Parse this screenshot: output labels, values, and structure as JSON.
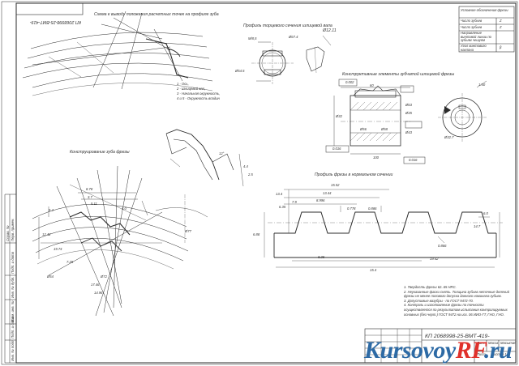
{
  "document": {
    "title": "КП 2068998-25-ВМТ-419-",
    "title_rotated": "КП 2068998-25-ВМТ-419-",
    "watermark": {
      "part1": "Kursovoy",
      "part2": "RF",
      "part3": ".ru"
    },
    "colors": {
      "ink": "#2b2b2b",
      "brand_blue": "#2d6aa5",
      "brand_red": "#e0312b"
    }
  },
  "captions": {
    "scheme": "Схема к выводу положения расчетных точек на профиле зуба",
    "splined": "Профиль торцевого сечения шлицевой вала",
    "design_elements": "Конструктивные элементы зубчатой шлицевой фрезы",
    "tooth_design": "Конструирование зуба фрезы",
    "cutter_profile": "Профиль фрезы в нормальном сечении"
  },
  "legend": {
    "lines": [
      "1 - Ось,",
      "2 - Шлицевой вал,",
      "3 - Начальная окружность,",
      "4 и 5 - Окружность впадин"
    ]
  },
  "spec_table": {
    "rows": [
      {
        "label": "Условное обозначения фрезы",
        "value": ""
      },
      {
        "label": "Число зубьев",
        "value": "Z"
      },
      {
        "label": "Число зубьев",
        "value": "Z"
      },
      {
        "label": "Направление винтовой линии по зубьям чешуям",
        "value": ""
      },
      {
        "label": "Угол винтового наклона",
        "value": "β"
      }
    ]
  },
  "notes": [
    "1. Твердость фрезы 62..65 HRC.",
    "2. Неуказанные фаски снять. Толщина зубьев неточные делений фрезы не менее полового допуска данного номинала зубьев.",
    "3. Допустимые вазубры - по ГОСТ 9472-70.",
    "4. Контроль и изготовление фрезы по точности осуществляется по результатам испытания контролируемых основных (без черт.) ГОСТ 9472 на исх. 06 ИИО-ГТ, ГНО, ГНО."
  ],
  "dimensions": {
    "splined": [
      "М/8,5",
      "Ø54.5",
      "Ø67.4",
      "Ø12.11"
    ],
    "body": [
      "60",
      "100",
      "Ø32",
      "Ø63",
      "Ø45",
      "Ø43",
      "Ø32.7",
      "Ø56",
      "Ø58",
      "1:50",
      "0.002",
      "0.016",
      "0.016"
    ],
    "profile": [
      "15.52",
      "13.44",
      "8.996",
      "7.9",
      "13.4",
      "0.886",
      "0.778",
      "6.35",
      "0.866",
      "6.0",
      "14.7",
      "6.88",
      "15.4",
      "19.52",
      "8.25"
    ],
    "tooth": [
      "8.78",
      "3.7",
      "5.11",
      "5.4",
      "12.42",
      "19.74",
      "7.25",
      "4.0",
      "17.46",
      "14.96",
      "Ø72",
      "Ø77",
      "Ø54"
    ],
    "tooth_rake": [
      "12°",
      "4.4",
      "2.5"
    ]
  },
  "side_stamp": [
    "Справ. №",
    "Перв. примен.",
    "Подп. и дата",
    "Инв. № дубл.",
    "Взам. инв. №",
    "Подп. и дата",
    "Инв. № подл."
  ],
  "title_block": {
    "sheet": "Лист",
    "sheets": "Листов 1",
    "lit": "Лит.",
    "mass": "Масса",
    "scale": "Масштаб"
  }
}
